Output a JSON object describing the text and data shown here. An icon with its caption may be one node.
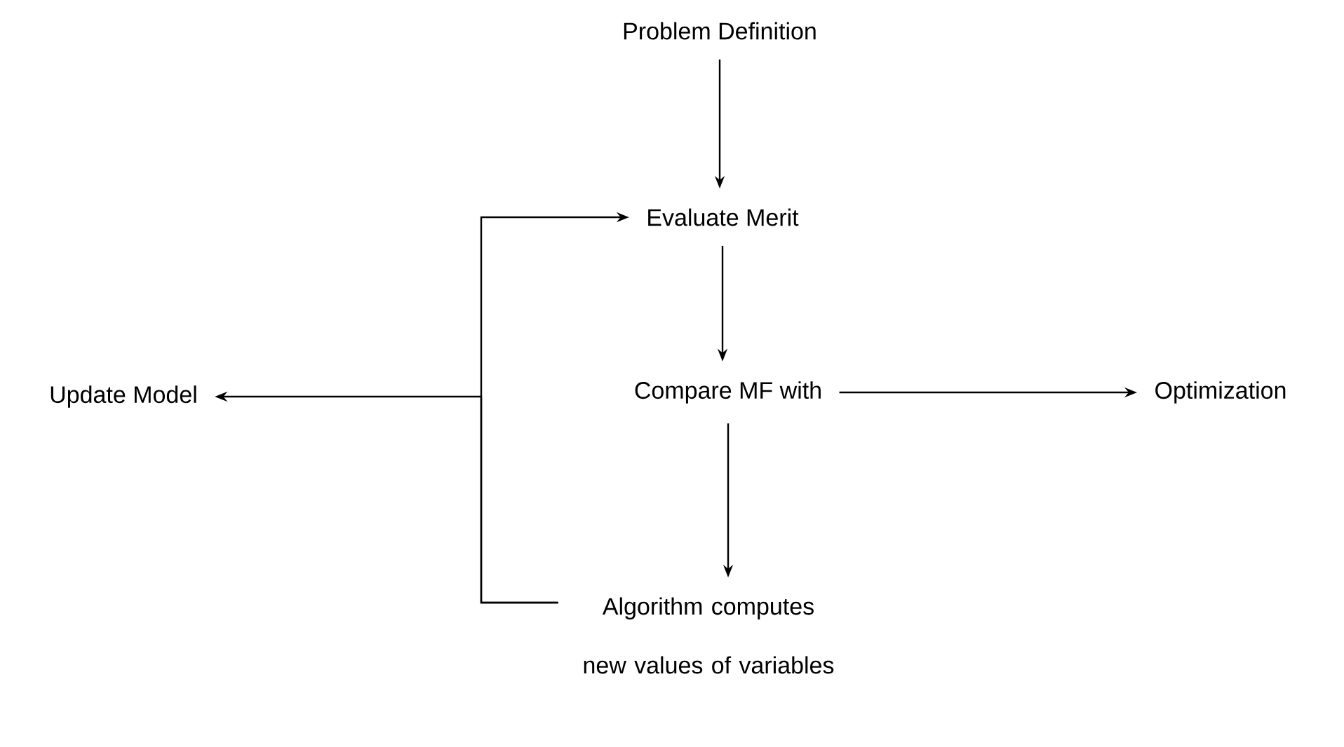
{
  "diagram": {
    "nodes": [
      {
        "text": [
          "Problem Definition"
        ]
      },
      {
        "text": [
          "Evaluate Merit"
        ]
      },
      {
        "text": [
          "Update Model"
        ]
      },
      {
        "text": [
          "Compare MF with"
        ]
      },
      {
        "text": [
          "Optimization"
        ]
      },
      {
        "text": [
          "Algorithm computes new values of variables"
        ]
      }
    ],
    "edges": [
      {
        "from": 0,
        "to": 1,
        "arrow": "to"
      },
      {
        "from": 1,
        "to": 3,
        "arrow": "to"
      },
      {
        "from": 3,
        "to": 4,
        "arrow": "to"
      },
      {
        "from": 3,
        "to": 5,
        "arrow": "to"
      },
      {
        "from": 5,
        "to": 1,
        "arrow": "to"
      },
      {
        "from": 5,
        "to": 2,
        "arrow": "to"
      }
    ]
  }
}
